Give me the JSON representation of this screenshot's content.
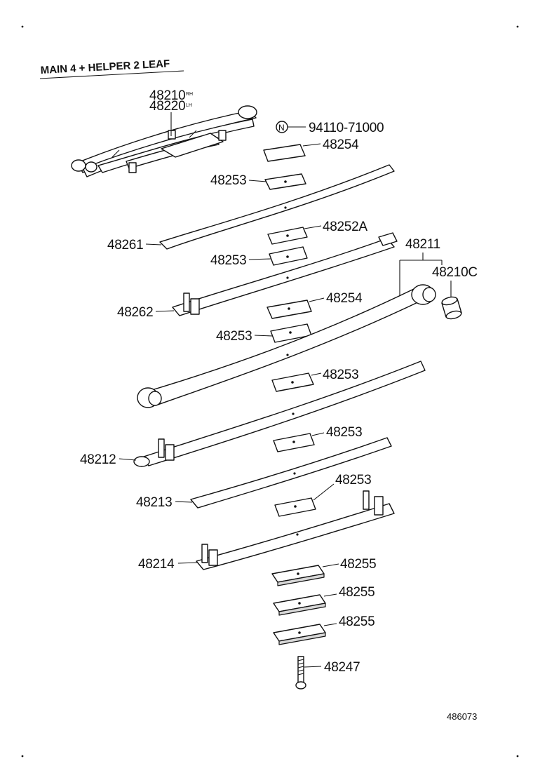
{
  "title": "MAIN 4 + HELPER 2 LEAF",
  "reference_number": "486073",
  "labels": {
    "assy_rh": "48210",
    "assy_rh_suffix": "RH",
    "assy_lh": "48220",
    "assy_lh_suffix": "LH",
    "nut_symbol": "N",
    "nut": "94110-71000",
    "pad_top": "48254",
    "clip_top": "48253",
    "leaf_48261": "48261",
    "clip_48252a": "48252A",
    "clip_2": "48253",
    "leaf_48262": "48262",
    "pad_48254b": "48254",
    "leaf_48211": "48211",
    "bushing": "48210C",
    "clip_3": "48253",
    "clip_4": "48253",
    "leaf_48212": "48212",
    "clip_5": "48253",
    "leaf_48213": "48213",
    "clip_6": "48253",
    "leaf_48214": "48214",
    "spacer_1": "48255",
    "spacer_2": "48255",
    "spacer_3": "48255",
    "bolt": "48247"
  }
}
